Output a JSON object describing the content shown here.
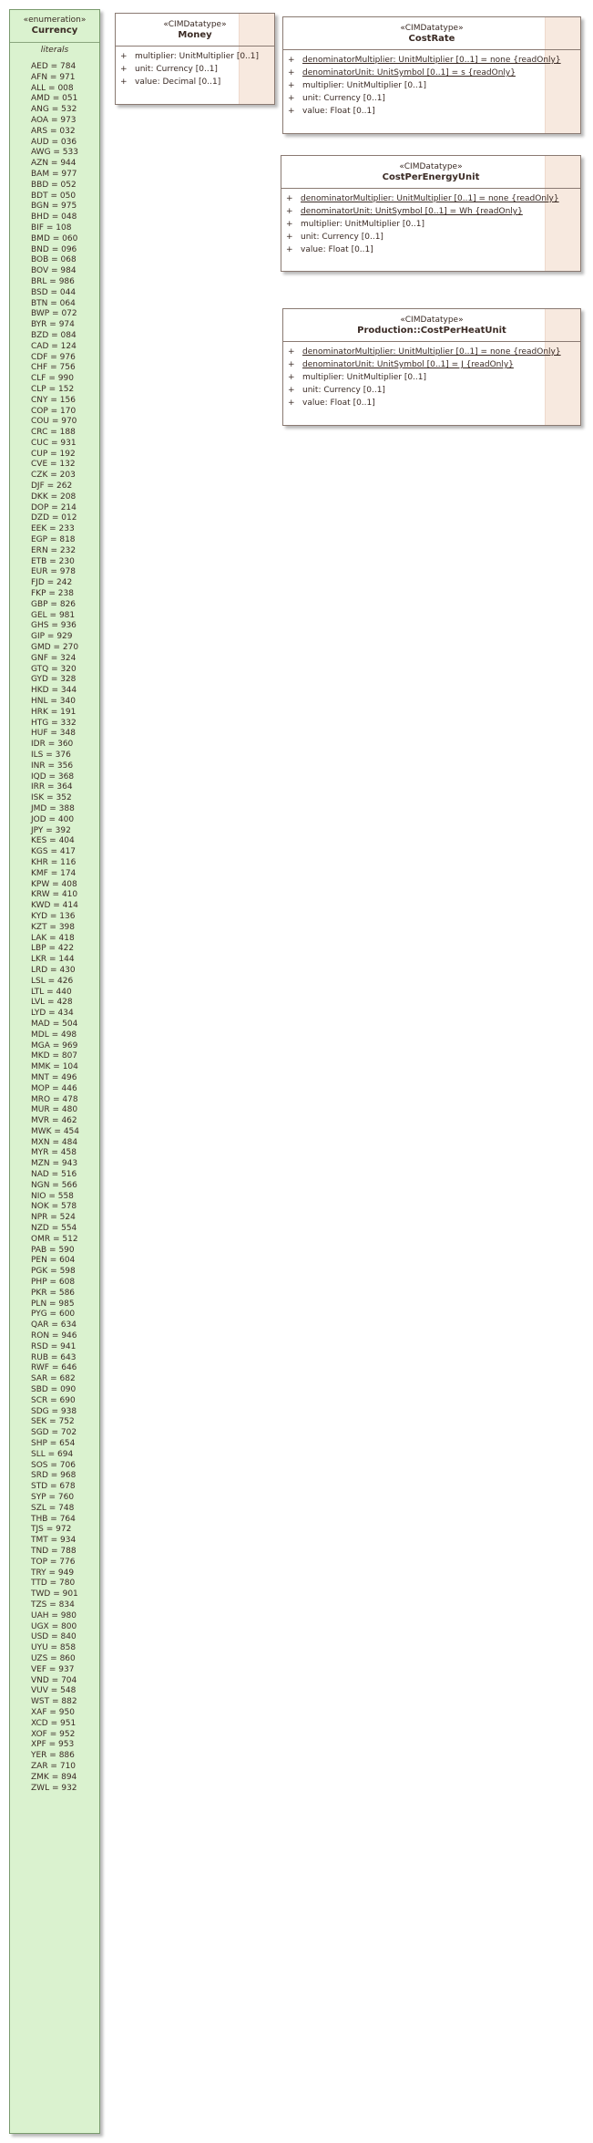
{
  "enumeration": {
    "stereotype": "«enumeration»",
    "name": "Currency",
    "section": "literals",
    "literals": [
      "AED = 784",
      "AFN = 971",
      "ALL = 008",
      "AMD = 051",
      "ANG = 532",
      "AOA = 973",
      "ARS = 032",
      "AUD = 036",
      "AWG = 533",
      "AZN = 944",
      "BAM = 977",
      "BBD = 052",
      "BDT = 050",
      "BGN = 975",
      "BHD = 048",
      "BIF = 108",
      "BMD = 060",
      "BND = 096",
      "BOB = 068",
      "BOV = 984",
      "BRL = 986",
      "BSD = 044",
      "BTN = 064",
      "BWP = 072",
      "BYR = 974",
      "BZD = 084",
      "CAD = 124",
      "CDF = 976",
      "CHF = 756",
      "CLF = 990",
      "CLP = 152",
      "CNY = 156",
      "COP = 170",
      "COU = 970",
      "CRC = 188",
      "CUC = 931",
      "CUP = 192",
      "CVE = 132",
      "CZK = 203",
      "DJF = 262",
      "DKK = 208",
      "DOP = 214",
      "DZD = 012",
      "EEK = 233",
      "EGP = 818",
      "ERN = 232",
      "ETB = 230",
      "EUR = 978",
      "FJD = 242",
      "FKP = 238",
      "GBP = 826",
      "GEL = 981",
      "GHS = 936",
      "GIP = 929",
      "GMD = 270",
      "GNF = 324",
      "GTQ = 320",
      "GYD = 328",
      "HKD = 344",
      "HNL = 340",
      "HRK = 191",
      "HTG = 332",
      "HUF = 348",
      "IDR = 360",
      "ILS = 376",
      "INR = 356",
      "IQD = 368",
      "IRR = 364",
      "ISK = 352",
      "JMD = 388",
      "JOD = 400",
      "JPY = 392",
      "KES = 404",
      "KGS = 417",
      "KHR = 116",
      "KMF = 174",
      "KPW = 408",
      "KRW = 410",
      "KWD = 414",
      "KYD = 136",
      "KZT = 398",
      "LAK = 418",
      "LBP = 422",
      "LKR = 144",
      "LRD = 430",
      "LSL = 426",
      "LTL = 440",
      "LVL = 428",
      "LYD = 434",
      "MAD = 504",
      "MDL = 498",
      "MGA = 969",
      "MKD = 807",
      "MMK = 104",
      "MNT = 496",
      "MOP = 446",
      "MRO = 478",
      "MUR = 480",
      "MVR = 462",
      "MWK = 454",
      "MXN = 484",
      "MYR = 458",
      "MZN = 943",
      "NAD = 516",
      "NGN = 566",
      "NIO = 558",
      "NOK = 578",
      "NPR = 524",
      "NZD = 554",
      "OMR = 512",
      "PAB = 590",
      "PEN = 604",
      "PGK = 598",
      "PHP = 608",
      "PKR = 586",
      "PLN = 985",
      "PYG = 600",
      "QAR = 634",
      "RON = 946",
      "RSD = 941",
      "RUB = 643",
      "RWF = 646",
      "SAR = 682",
      "SBD = 090",
      "SCR = 690",
      "SDG = 938",
      "SEK = 752",
      "SGD = 702",
      "SHP = 654",
      "SLL = 694",
      "SOS = 706",
      "SRD = 968",
      "STD = 678",
      "SYP = 760",
      "SZL = 748",
      "THB = 764",
      "TJS = 972",
      "TMT = 934",
      "TND = 788",
      "TOP = 776",
      "TRY = 949",
      "TTD = 780",
      "TWD = 901",
      "TZS = 834",
      "UAH = 980",
      "UGX = 800",
      "USD = 840",
      "UYU = 858",
      "UZS = 860",
      "VEF = 937",
      "VND = 704",
      "VUV = 548",
      "WST = 882",
      "XAF = 950",
      "XCD = 951",
      "XOF = 952",
      "XPF = 953",
      "YER = 886",
      "ZAR = 710",
      "ZMK = 894",
      "ZWL = 932"
    ]
  },
  "datatypes": [
    {
      "stereotype": "«CIMDatatype»",
      "name": "Money",
      "attributes": [
        {
          "vis": "+",
          "text": "multiplier: UnitMultiplier [0..1]",
          "static": false
        },
        {
          "vis": "+",
          "text": "unit: Currency [0..1]",
          "static": false
        },
        {
          "vis": "+",
          "text": "value: Decimal [0..1]",
          "static": false
        }
      ]
    },
    {
      "stereotype": "«CIMDatatype»",
      "name": "CostRate",
      "attributes": [
        {
          "vis": "+",
          "text": "denominatorMultiplier: UnitMultiplier [0..1] = none {readOnly}",
          "static": true
        },
        {
          "vis": "+",
          "text": "denominatorUnit: UnitSymbol [0..1] = s {readOnly}",
          "static": true
        },
        {
          "vis": "+",
          "text": "multiplier: UnitMultiplier [0..1]",
          "static": false
        },
        {
          "vis": "+",
          "text": "unit: Currency [0..1]",
          "static": false
        },
        {
          "vis": "+",
          "text": "value: Float [0..1]",
          "static": false
        }
      ]
    },
    {
      "stereotype": "«CIMDatatype»",
      "name": "CostPerEnergyUnit",
      "attributes": [
        {
          "vis": "+",
          "text": "denominatorMultiplier: UnitMultiplier [0..1] = none {readOnly}",
          "static": true
        },
        {
          "vis": "+",
          "text": "denominatorUnit: UnitSymbol [0..1] = Wh {readOnly}",
          "static": true
        },
        {
          "vis": "+",
          "text": "multiplier: UnitMultiplier [0..1]",
          "static": false
        },
        {
          "vis": "+",
          "text": "unit: Currency [0..1]",
          "static": false
        },
        {
          "vis": "+",
          "text": "value: Float [0..1]",
          "static": false
        }
      ]
    },
    {
      "stereotype": "«CIMDatatype»",
      "name": "Production::CostPerHeatUnit",
      "attributes": [
        {
          "vis": "+",
          "text": "denominatorMultiplier: UnitMultiplier [0..1] = none {readOnly}",
          "static": true
        },
        {
          "vis": "+",
          "text": "denominatorUnit: UnitSymbol [0..1] = J {readOnly}",
          "static": true
        },
        {
          "vis": "+",
          "text": "multiplier: UnitMultiplier [0..1]",
          "static": false
        },
        {
          "vis": "+",
          "text": "unit: Currency [0..1]",
          "static": false
        },
        {
          "vis": "+",
          "text": "value: Float [0..1]",
          "static": false
        }
      ]
    }
  ]
}
